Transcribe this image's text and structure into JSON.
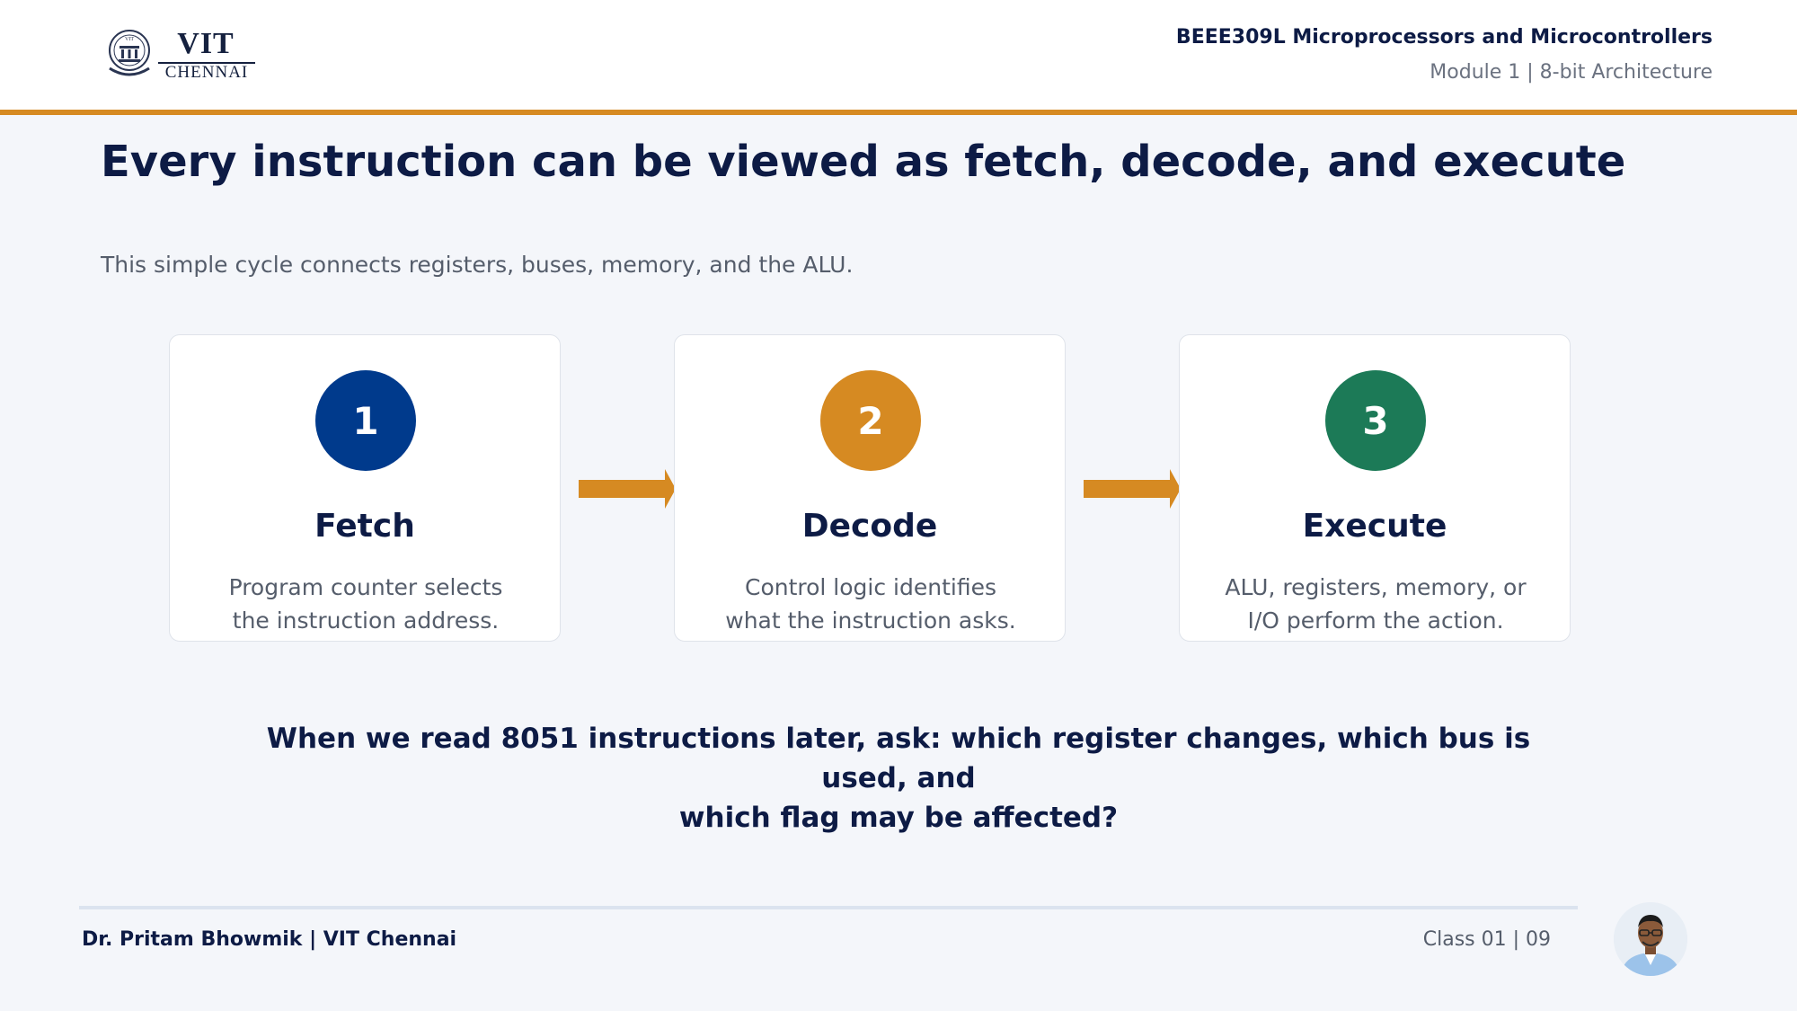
{
  "header": {
    "logo": {
      "name": "VIT",
      "city": "CHENNAI",
      "seal": "VIT"
    },
    "course": "BEEE309L Microprocessors and Microcontrollers",
    "module": "Module 1 | 8-bit Architecture"
  },
  "title": "Every instruction can be viewed as fetch, decode, and execute",
  "subtitle": "This simple cycle connects registers, buses, memory, and the ALU.",
  "steps": [
    {
      "number": "1",
      "title": "Fetch",
      "desc_line1": "Program counter selects",
      "desc_line2": "the instruction address.",
      "color": "#003a8c"
    },
    {
      "number": "2",
      "title": "Decode",
      "desc_line1": "Control logic identifies",
      "desc_line2": "what the instruction asks.",
      "color": "#d68a22"
    },
    {
      "number": "3",
      "title": "Execute",
      "desc_line1": "ALU, registers, memory, or",
      "desc_line2": "I/O perform the action.",
      "color": "#1c7a57"
    }
  ],
  "arrow_color": "#d68a22",
  "accent_color": "#d68a22",
  "question_line1": "When we read 8051 instructions later, ask: which register changes, which bus is used, and",
  "question_line2": "which flag may be affected?",
  "footer": {
    "presenter": "Dr. Pritam Bhowmik | VIT Chennai",
    "class_info": "Class 01  |  09"
  }
}
